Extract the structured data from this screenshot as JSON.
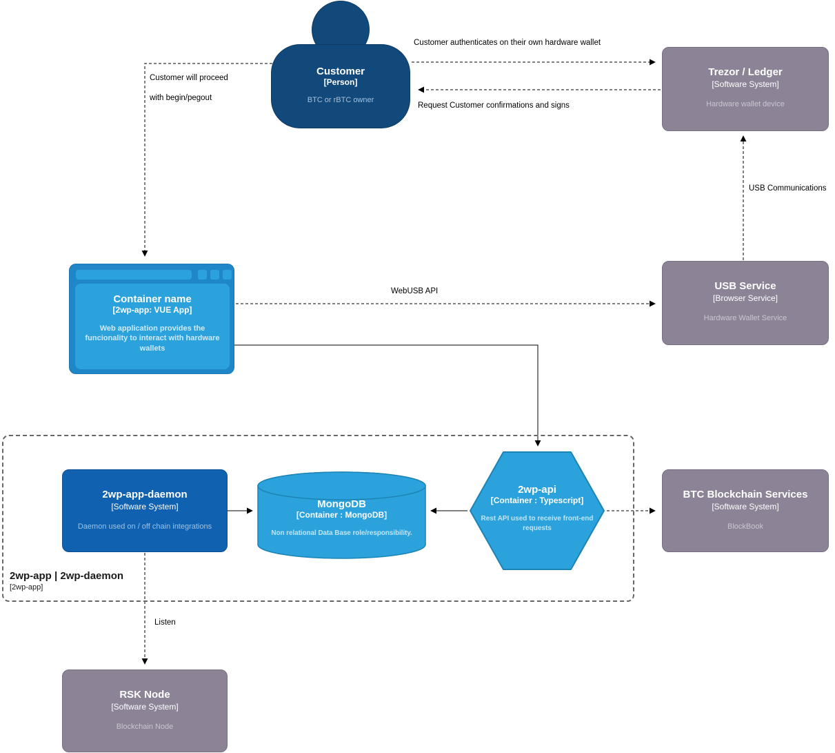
{
  "nodes": {
    "customer": {
      "title": "Customer",
      "type": "[Person]",
      "description": "BTC or rBTC owner"
    },
    "trezor_ledger": {
      "title": "Trezor / Ledger",
      "type": "[Software System]",
      "description": "Hardware wallet device"
    },
    "web_container": {
      "title": "Container name",
      "type": "[2wp-app: VUE App]",
      "description": "Web application provides the funcionality to interact with hardware wallets"
    },
    "usb_service": {
      "title": "USB Service",
      "type": "[Browser Service]",
      "description": "Hardware Wallet Service"
    },
    "daemon": {
      "title": "2wp-app-daemon",
      "type": "[Software System]",
      "description": "Daemon used on / off chain integrations"
    },
    "mongodb": {
      "title": "MongoDB",
      "type": "[Container : MongoDB]",
      "description": "Non relational Data Base role/responsibility."
    },
    "api": {
      "title": "2wp-api",
      "type": "[Container : Typescript]",
      "description": "Rest API used to receive front-end requests"
    },
    "btc_services": {
      "title": "BTC Blockchain Services",
      "type": "[Software System]",
      "description": "BlockBook"
    },
    "rsk_node": {
      "title": "RSK Node",
      "type": "[Software System]",
      "description": "Blockchain Node"
    }
  },
  "boundary": {
    "title": "2wp-app | 2wp-daemon",
    "type": "[2wp-app]"
  },
  "edge_labels": {
    "authenticate": "Customer authenticates on their own hardware wallet",
    "request_confirmations": "Request Customer confirmations and signs",
    "proceed_line1": "Customer will proceed",
    "proceed_line2": "with begin/pegout",
    "usb_communications": "USB Communications",
    "webusb_api": "WebUSB API",
    "listen": "Listen"
  },
  "colors": {
    "person_fill": "#11497B",
    "software_system_fill": "#1061B0",
    "container_fill": "#2CA2DD",
    "container_frame_fill": "#1F86C7",
    "external_system_fill": "#8C8496",
    "boundary_stroke": "#666666",
    "edge_stroke": "#000000"
  }
}
